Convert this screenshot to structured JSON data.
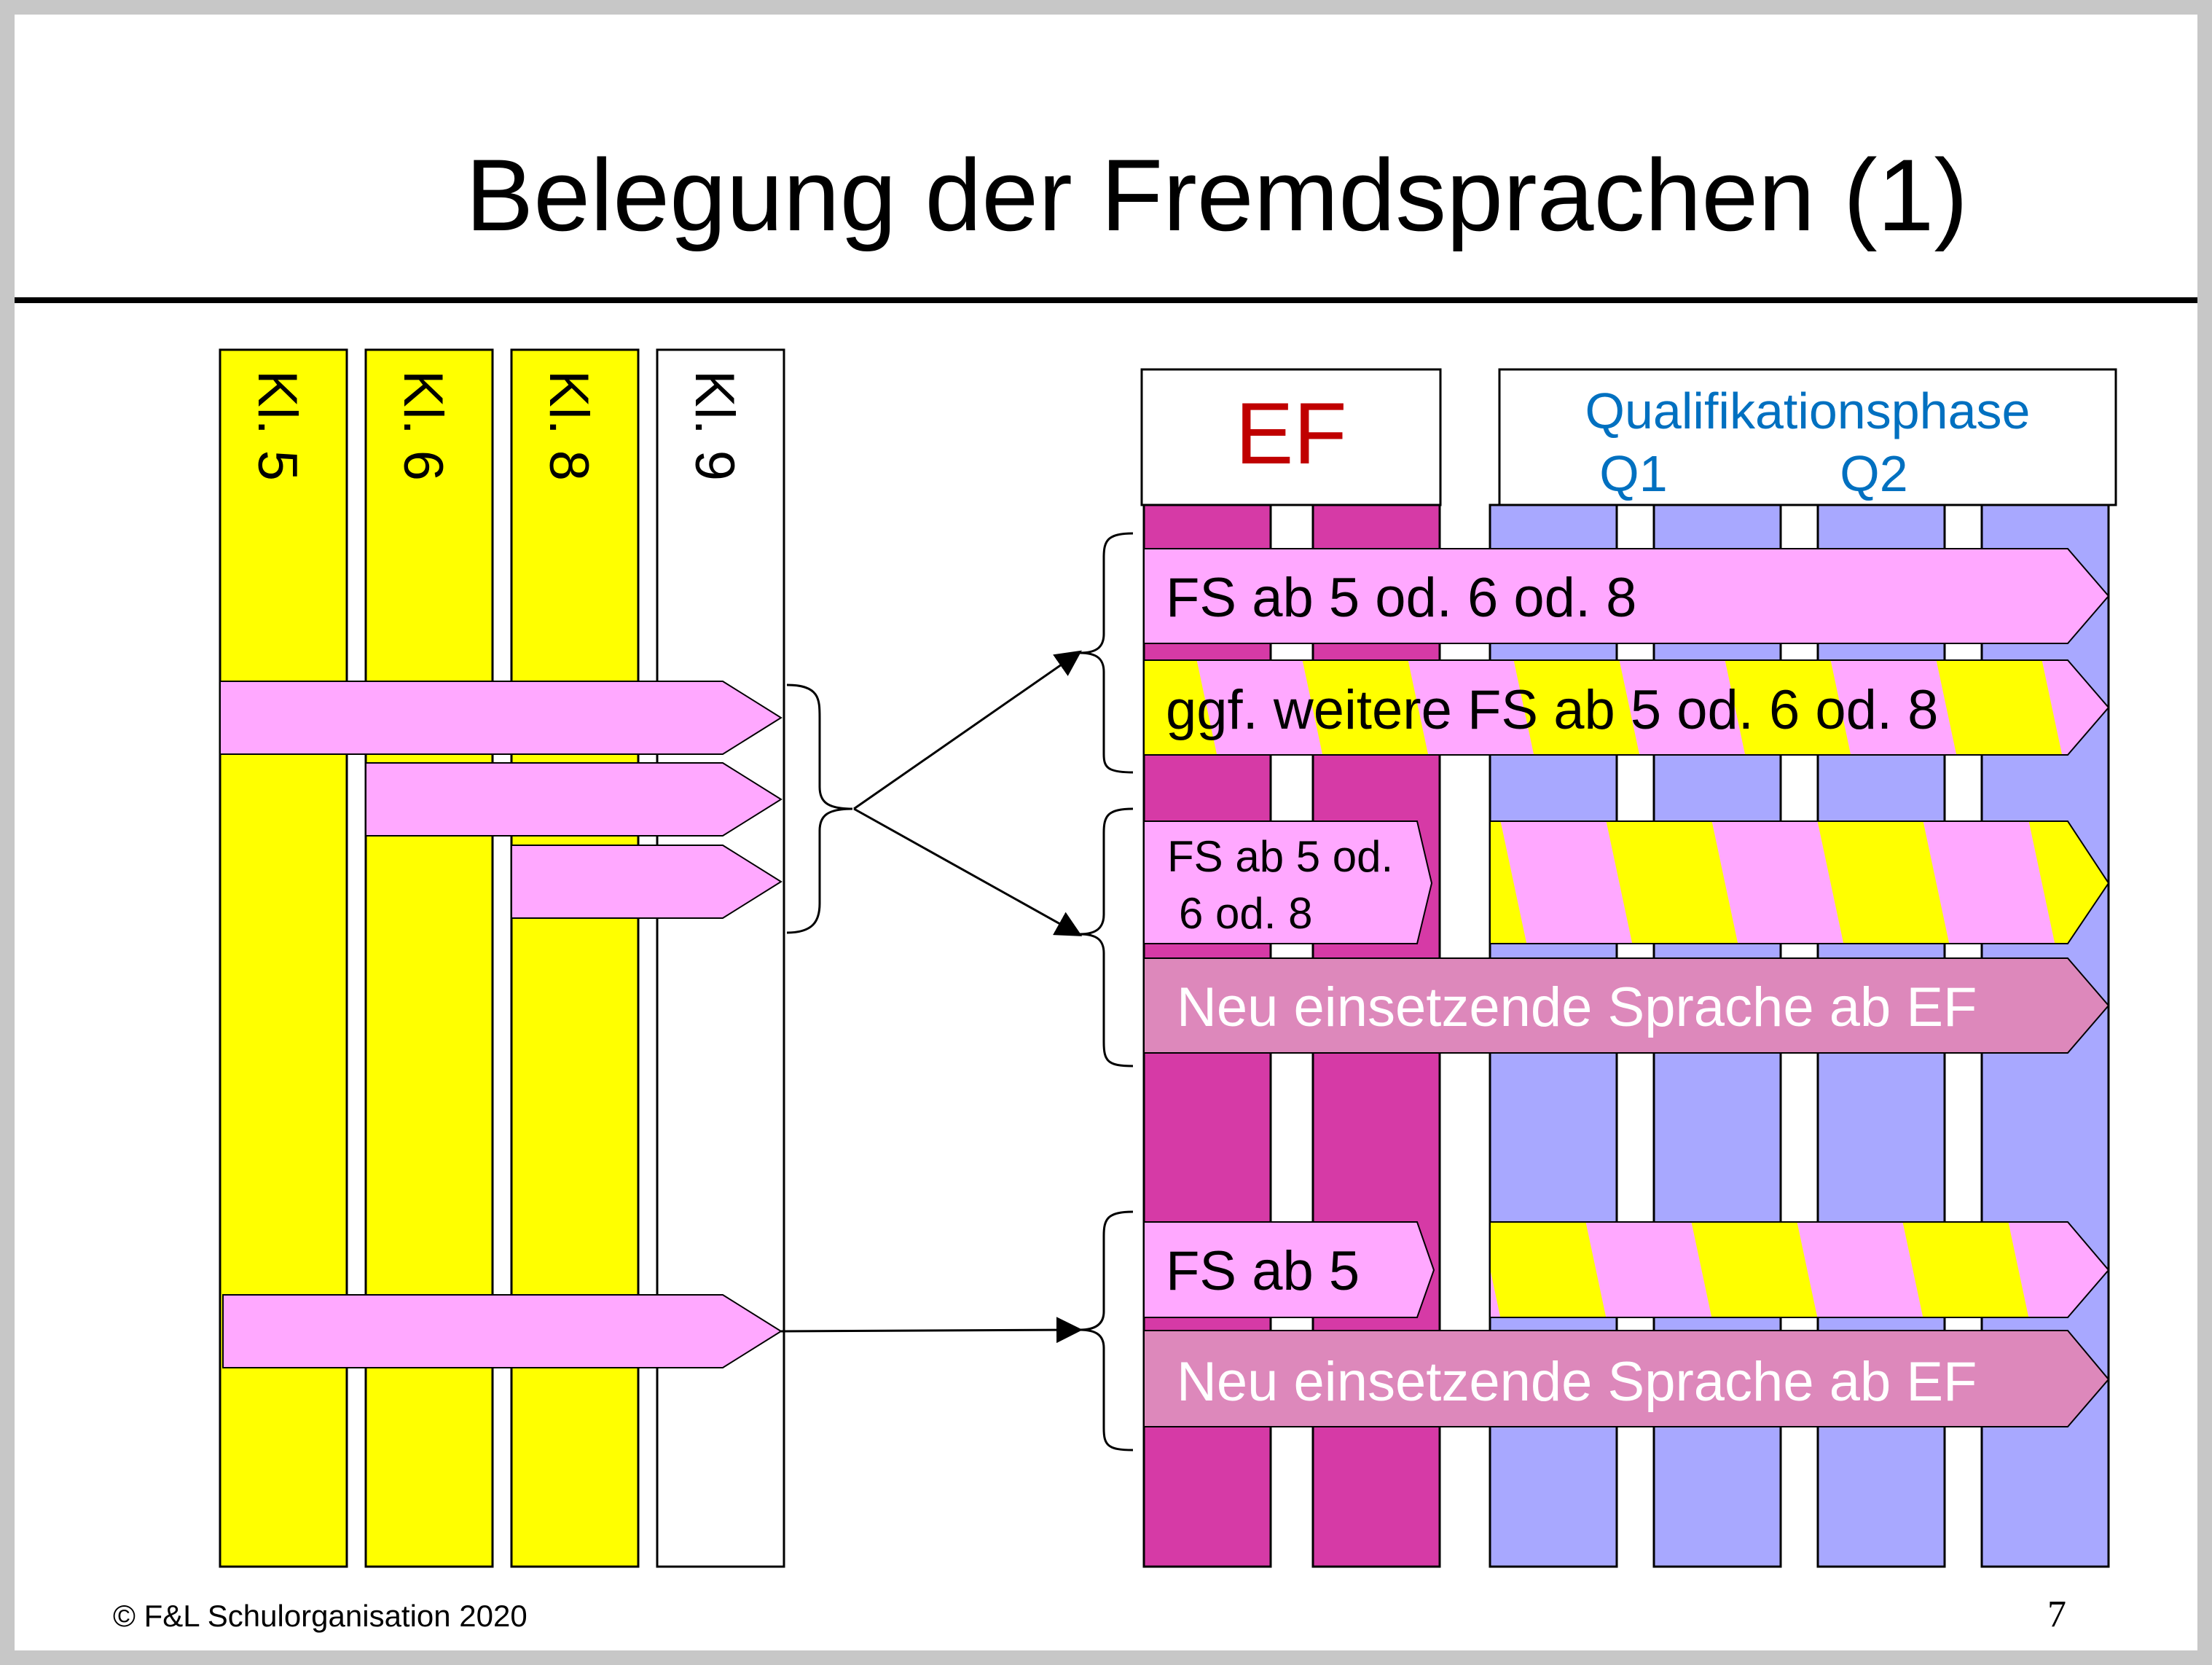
{
  "slide": {
    "title": "Belegung der Fremdsprachen (1)",
    "footer": "©  F&L Schulorganisation 2020",
    "page_number": "7"
  },
  "grades": {
    "k5": "Kl. 5",
    "k6": "Kl. 6",
    "k8": "Kl. 8",
    "k9": "Kl. 9"
  },
  "phases": {
    "ef": "EF",
    "qualification": "Qualifikationsphase",
    "q1": "Q1",
    "q2": "Q2"
  },
  "bars": {
    "fs_5_6_8": "FS ab 5 od. 6 od. 8",
    "further_fs": "ggf. weitere FS ab 5 od. 6 od. 8",
    "fs_short_line1": "FS ab 5 od.",
    "fs_short_line2": "6  od. 8",
    "new_language_1": "Neu einsetzende Sprache ab EF",
    "fs_ab5": "FS ab 5",
    "new_language_2": "Neu einsetzende Sprache ab EF"
  },
  "colors": {
    "grade_yellow": "#ffff00",
    "ef_magenta": "#d63aa6",
    "q_lavender": "#a8a8ff",
    "bar_pink": "#ffa8ff",
    "bar_mauve": "#dd88bb",
    "ef_red": "#c00000",
    "q_blue": "#0070c0"
  }
}
